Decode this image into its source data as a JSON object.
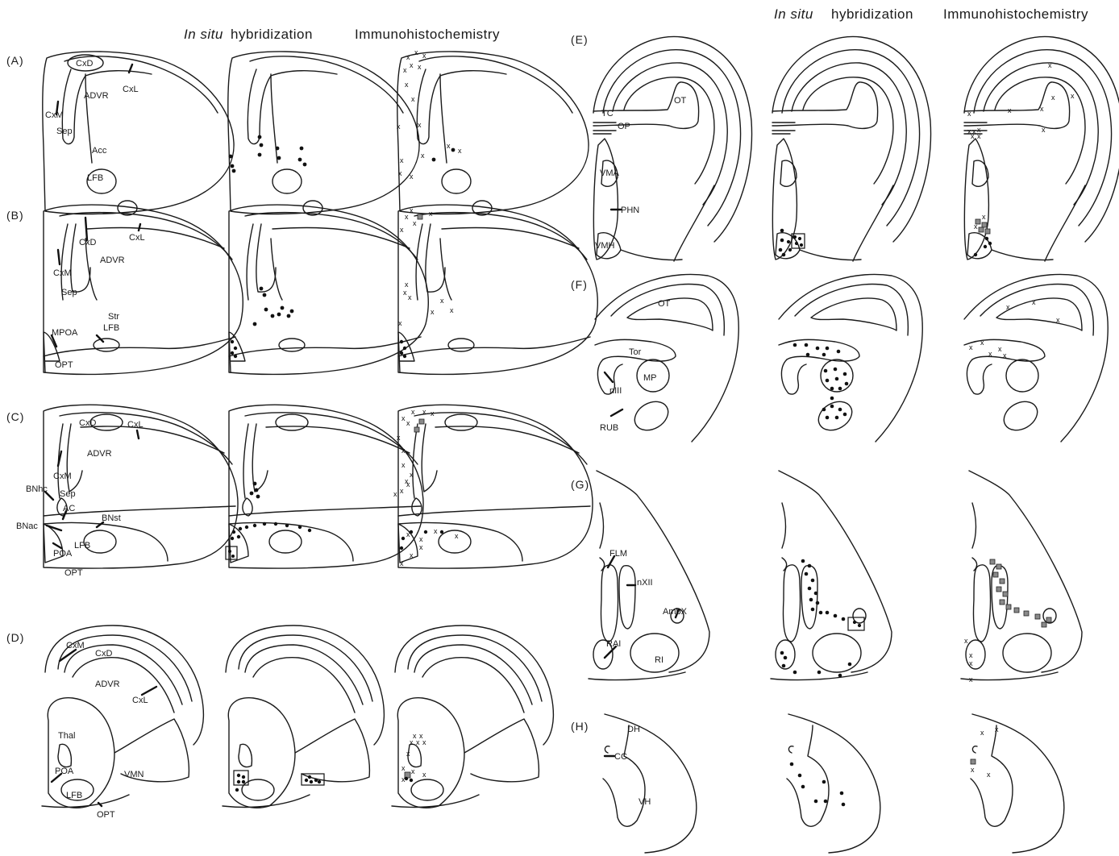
{
  "headers": {
    "left": {
      "in_situ": "In situ",
      "hybridization": "hybridization",
      "immuno": "Immunohistochemistry"
    },
    "right": {
      "in_situ": "In situ",
      "hybridization": "hybridization",
      "immuno": "Immunohistochemistry"
    }
  },
  "panels": {
    "A": {
      "label": "(A)",
      "regions": [
        "CxD",
        "CxL",
        "ADVR",
        "CxM",
        "Sep",
        "Acc",
        "LFB"
      ]
    },
    "B": {
      "label": "(B)",
      "regions": [
        "CxD",
        "CxL",
        "ADVR",
        "CxM",
        "Sep",
        "Str",
        "MPOA",
        "LFB",
        "OPT"
      ]
    },
    "C": {
      "label": "(C)",
      "regions": [
        "CxD",
        "CxL",
        "ADVR",
        "CxM",
        "BNhc",
        "Sep",
        "AC",
        "BNst",
        "BNac",
        "POA",
        "LFB",
        "OPT"
      ]
    },
    "D": {
      "label": "(D)",
      "regions": [
        "CxM",
        "CxD",
        "ADVR",
        "CxL",
        "Thal",
        "POA",
        "VMN",
        "LFB",
        "OPT"
      ]
    },
    "E": {
      "label": "(E)",
      "regions": [
        "TC",
        "OT",
        "OP",
        "VMA",
        "PHN",
        "VMH"
      ]
    },
    "F": {
      "label": "(F)",
      "regions": [
        "OT",
        "Tor",
        "MP",
        "nIII",
        "RUB"
      ]
    },
    "G": {
      "label": "(G)",
      "regions": [
        "FLM",
        "nXII",
        "AmbX",
        "RAI",
        "RI"
      ]
    },
    "H": {
      "label": "(H)",
      "regions": [
        "DH",
        "CC",
        "VH"
      ]
    }
  },
  "marker": {
    "cross": "x"
  }
}
